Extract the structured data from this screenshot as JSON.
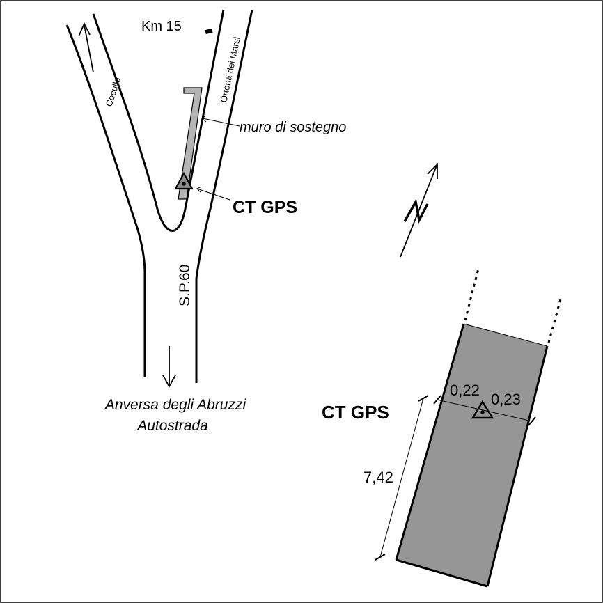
{
  "map": {
    "km_marker": "Km 15",
    "road_left_label": "Cocullo",
    "road_right_label": "Ortona dei Marsi",
    "road_number": "S.P.60",
    "wall_label": "muro di sostegno",
    "point_label": "CT GPS",
    "destination_line1": "Anversa degli Abruzzi",
    "destination_line2": "Autostrada"
  },
  "detail": {
    "point_label": "CT GPS",
    "offset_left": "0,22",
    "offset_right": "0,23",
    "length": "7,42"
  },
  "colors": {
    "ink": "#000000",
    "wall_fill": "#b4b4b4",
    "slab_fill": "#969696",
    "marker_fill": "#8c8c8c",
    "background": "#ffffff"
  }
}
